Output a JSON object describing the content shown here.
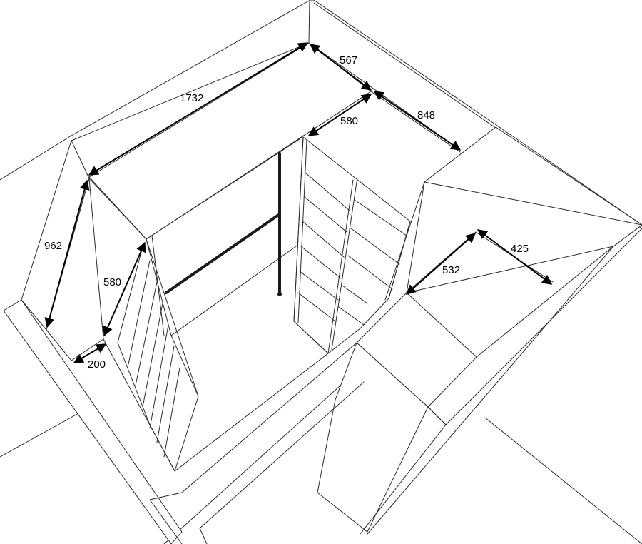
{
  "dimensions": [
    {
      "id": "top-width",
      "value": "1732"
    },
    {
      "id": "top-depth-right",
      "value": "567"
    },
    {
      "id": "right-depth",
      "value": "848"
    },
    {
      "id": "inner-depth",
      "value": "580"
    },
    {
      "id": "left-height",
      "value": "962"
    },
    {
      "id": "left-depth",
      "value": "580"
    },
    {
      "id": "left-shelf-depth",
      "value": "200"
    },
    {
      "id": "right-cabinet-depth",
      "value": "532"
    },
    {
      "id": "right-cabinet-width",
      "value": "425"
    }
  ],
  "colors": {
    "line": "#2a2a2a",
    "dimension": "#000000",
    "rod": "#1a1a1a",
    "background": "#ffffff"
  }
}
